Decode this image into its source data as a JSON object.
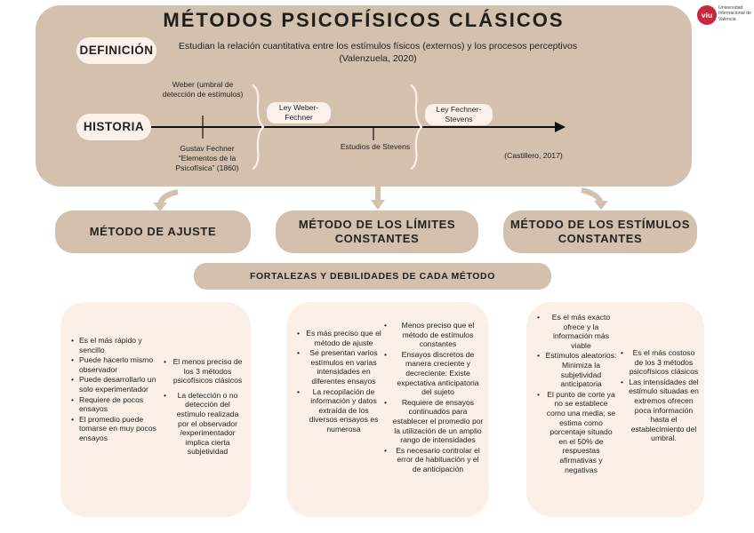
{
  "title": "MÉTODOS PSICOFÍSICOS CLÁSICOS",
  "definition": {
    "label": "DEFINICIÓN",
    "text": "Estudian la relación cuantitativa entre los estímulos físicos (externos) y los procesos perceptivos (Valenzuela, 2020)"
  },
  "history": {
    "label": "HISTORIA",
    "weber": "Weber (umbral de detección de estímulos)",
    "fechner": "Gustav Fechner “Elementos de la Psicofísica” (1860)",
    "law_weber_fechner": "Ley Weber-Fechner",
    "law_fechner_stevens": "Ley Fechner-Stevens",
    "stevens": "Estudios de Stevens",
    "citation": "(Castillero, 2017)"
  },
  "methods": [
    "MÉTODO DE AJUSTE",
    "MÉTODO DE LOS LÍMITES CONSTANTES",
    "MÉTODO DE LOS ESTÍMULOS CONSTANTES"
  ],
  "strengths_label": "FORTALEZAS Y DEBILIDADES DE CADA MÉTODO",
  "cards": [
    {
      "strengths": [
        "Es el más rápido y sencillo",
        "Puede hacerlo mismo observador",
        "Puede desarrollarlo un solo experimentador",
        "Requiere de pocos ensayos",
        "El promedio puede tomarse en muy pocos ensayos"
      ],
      "weaknesses": [
        "El menos preciso de los 3 métodos psicofísicos clásicos",
        "La detección o no detección del estímulo realizada por el observador /experimentador implica cierta subjetividad"
      ]
    },
    {
      "strengths": [
        "Es más preciso que el método de ajuste",
        "Se presentan varios estímulos en varias intensidades en diferentes ensayos",
        "La recopilación de información y datos extraída de los diversos ensayos es numerosa"
      ],
      "weaknesses": [
        "Menos preciso que el método de estímulos constantes",
        "Ensayos discretos de manera creciente y decreciente: Existe expectativa anticipatoria del sujeto",
        "Requiere de ensayos continuados para establecer el promedio por la utilización de un amplio rango de intensidades",
        "Es necesario controlar el error de habituación y el de anticipación"
      ]
    },
    {
      "strengths": [
        "Es el más exacto ofrece y la información más viable",
        "Estímulos aleatorios: Minimiza la subjetividad anticipatoria",
        "El punto de corte ya no se establece como una media; se estima como porcentaje situado en el 50% de respuestas afirmativas y negativas"
      ],
      "weaknesses": [
        "Es el más costoso de los 3 métodos psicofísicos clásicos",
        "Las intensidades del estímulo situadas en extremos ofrecen poca información hasta el establecimiento del umbral."
      ]
    }
  ],
  "logo": {
    "mark": "viu",
    "text": "Universidad Internacional de Valencia"
  },
  "colors": {
    "panel": "#d3c0ad",
    "card": "#fbefe8",
    "accent": "#c8283b"
  }
}
